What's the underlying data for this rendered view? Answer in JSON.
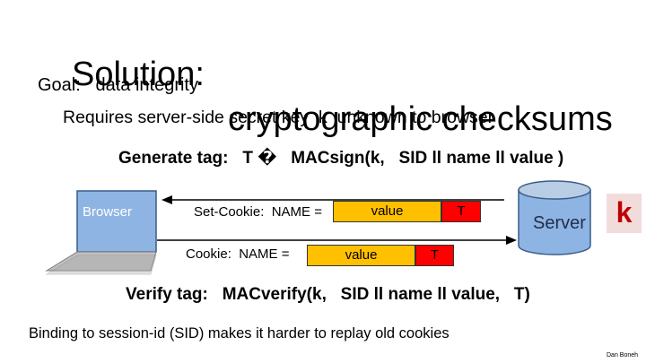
{
  "title": {
    "left": "Solution:",
    "right": "cryptographic checksums"
  },
  "goal": "Goal:   data integrity",
  "requirement": "Requires server-side secret key  k  unknown to browser",
  "generate_tag": "Generate tag:   T �   MACsign(k,   SID ll name ll value )",
  "browser_label": "Browser",
  "server_label": "Server",
  "set_cookie": {
    "label": "Set-Cookie:  NAME =",
    "value": "value",
    "tag": "T"
  },
  "cookie": {
    "label": "Cookie:  NAME =",
    "value": "value",
    "tag": "T"
  },
  "key_label": "k",
  "verify_tag": "Verify tag:   MACverify(k,   SID ll name ll value,   T)",
  "binding_note": "Binding to session-id (SID) makes it harder to replay old cookies",
  "credit": "Dan Boneh",
  "colors": {
    "value_fill": "#ffc000",
    "tag_fill": "#ff0000",
    "server_fill": "#8eb4e3",
    "browser_fill": "#8eb4e3",
    "key_fill": "#f2dcdb",
    "key_text": "#c00000"
  }
}
